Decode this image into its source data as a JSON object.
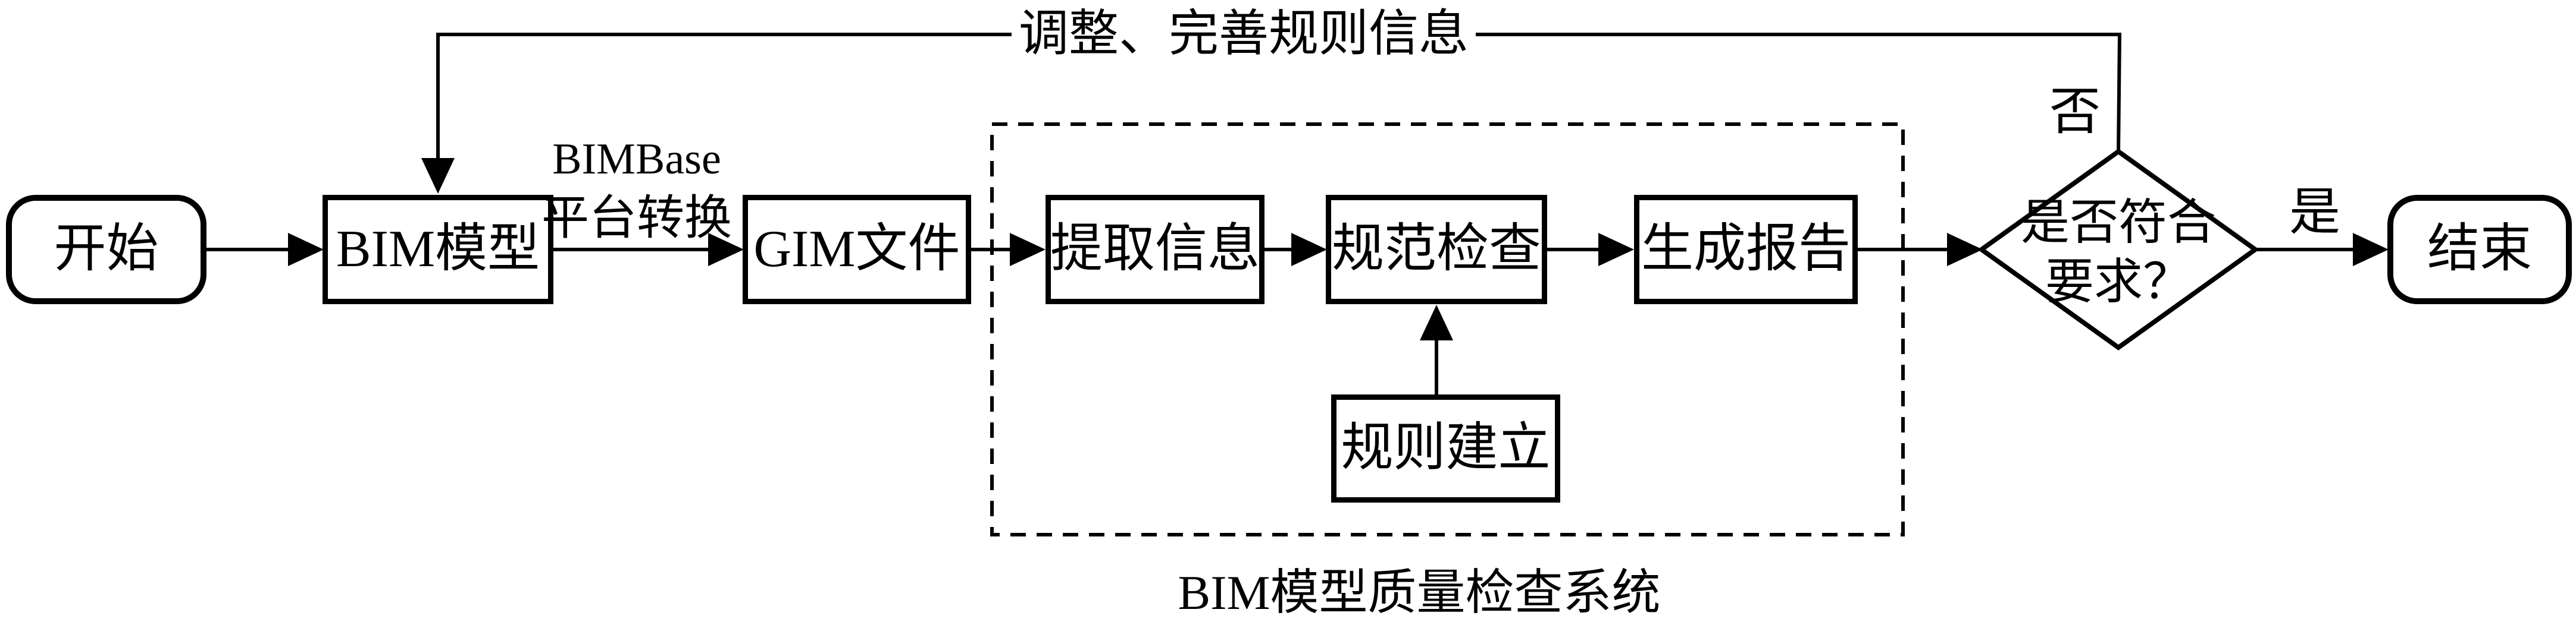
{
  "diagram": {
    "background": "#ffffff",
    "line_color": "#000000",
    "nodes": {
      "start": {
        "label": "开始",
        "type": "terminal"
      },
      "bim_model": {
        "label": "BIM模型",
        "type": "process"
      },
      "gim_file": {
        "label": "GIM文件",
        "type": "process"
      },
      "extract_info": {
        "label": "提取信息",
        "type": "process"
      },
      "spec_check": {
        "label": "规范检查",
        "type": "process"
      },
      "generate_report": {
        "label": "生成报告",
        "type": "process"
      },
      "rule_setup": {
        "label": "规则建立",
        "type": "process"
      },
      "decision": {
        "line1": "是否符合",
        "line2": "要求？",
        "type": "decision"
      },
      "end": {
        "label": "结束",
        "type": "terminal"
      }
    },
    "labels": {
      "transform_line1": "BIMBase",
      "transform_line2": "平台转换",
      "feedback": "调整、完善规则信息",
      "no": "否",
      "yes": "是",
      "system_caption": "BIM模型质量检查系统"
    }
  }
}
